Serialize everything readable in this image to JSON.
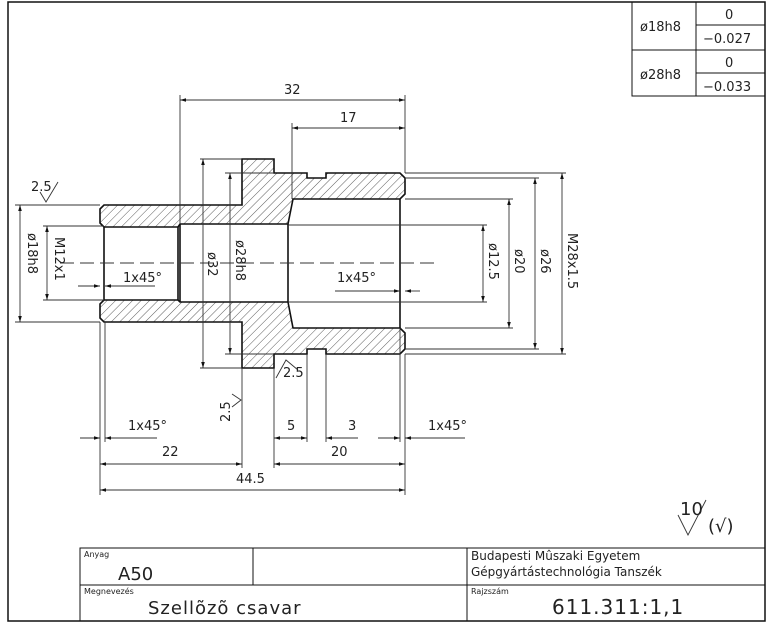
{
  "tolerances": [
    {
      "fit": "ø18h8",
      "upper": "0",
      "lower": "−0.027"
    },
    {
      "fit": "ø28h8",
      "upper": "0",
      "lower": "−0.033"
    }
  ],
  "dimensions": {
    "len_32": "32",
    "len_17": "17",
    "dia_18h8": "ø18h8",
    "thread_m12": "M12x1",
    "chamfer_left_inner": "1x45°",
    "dia_32": "ø32",
    "dia_28h8": "ø28h8",
    "chamfer_right_inner": "1x45°",
    "dia_12_5": "ø12.5",
    "dia_20": "ø20",
    "dia_26": "ø26",
    "thread_m28": "M28x1.5",
    "chamfer_left_outer": "1x45°",
    "len_22": "22",
    "len_5": "5",
    "len_3": "3",
    "len_20": "20",
    "chamfer_right_outer": "1x45°",
    "len_44_5": "44.5"
  },
  "roughness": {
    "left": "2.5",
    "flange": "2.5",
    "groove": "2.5",
    "general": "10",
    "general_suffix": "(√)"
  },
  "title_block": {
    "material_label": "Anyag",
    "material": "A50",
    "name_label": "Megnevezés",
    "name": "Szellõzõ csavar",
    "institution_line1": "Budapesti Mûszaki Egyetem",
    "institution_line2": "Gépgyártástechnológia Tanszék",
    "drawing_no_label": "Rajzszám",
    "drawing_no": "611.311:1,1"
  }
}
